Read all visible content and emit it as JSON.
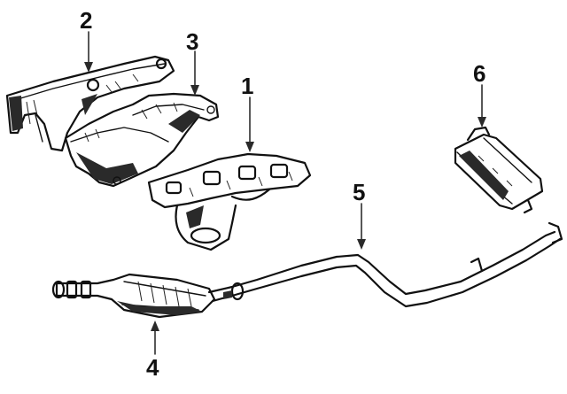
{
  "callouts": [
    {
      "id": "1",
      "label": "1"
    },
    {
      "id": "2",
      "label": "2"
    },
    {
      "id": "3",
      "label": "3"
    },
    {
      "id": "4",
      "label": "4"
    },
    {
      "id": "5",
      "label": "5"
    },
    {
      "id": "6",
      "label": "6"
    }
  ],
  "colors": {
    "ink": "#111111",
    "background": "#ffffff"
  }
}
